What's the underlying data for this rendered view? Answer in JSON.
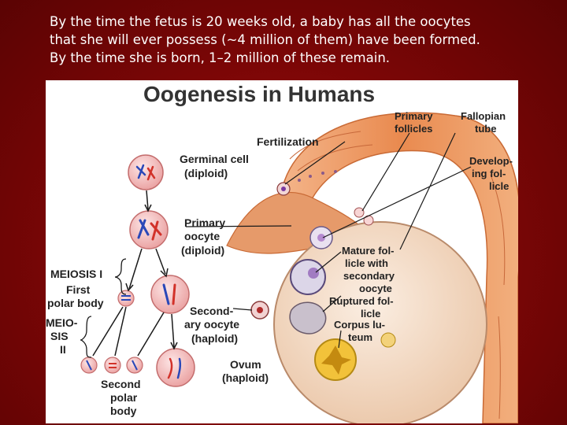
{
  "slide": {
    "text_lines": [
      "By the time the fetus is 20 weeks old, a baby has all the oocytes",
      "that she will ever possess (~4 million of them) have been formed.",
      "By the time she is born, 1–2 million of these remain."
    ]
  },
  "figure": {
    "title": "Oogenesis in Humans",
    "labels": {
      "fertilization": "Fertilization",
      "germinal_1": "Germinal cell",
      "germinal_2": "(diploid)",
      "primary_1": "Primary",
      "primary_2": "oocyte",
      "primary_3": "(diploid)",
      "meiosis_1": "MEIOSIS I",
      "first_polar_1": "First",
      "first_polar_2": "polar body",
      "meiosis_2a": "MEIO-",
      "meiosis_2b": "SIS",
      "meiosis_2c": "II",
      "secondary_1": "Second-",
      "secondary_2": "ary oocyte",
      "secondary_3": "(haploid)",
      "ovum_1": "Ovum",
      "ovum_2": "(haploid)",
      "second_polar_1": "Second",
      "second_polar_2": "polar",
      "second_polar_3": "body",
      "primary_follicles_1": "Primary",
      "primary_follicles_2": "follicles",
      "fallopian_1": "Fallopian",
      "fallopian_2": "tube",
      "developing_1": "Develop-",
      "developing_2": "ing fol-",
      "developing_3": "licle",
      "mature_1": "Mature fol-",
      "mature_2": "licle with",
      "mature_3": "secondary",
      "mature_4": "oocyte",
      "ruptured_1": "Ruptured fol-",
      "ruptured_2": "licle",
      "corpus_1": "Corpus lu-",
      "corpus_2": "teum"
    }
  },
  "colors": {
    "background": "#8b0a0a",
    "tube": "#e88c55",
    "ovary": "#f3d8c2",
    "cell": "#f6c7c7",
    "chromosome_blue": "#2a48b8",
    "chromosome_red": "#d2322a"
  }
}
